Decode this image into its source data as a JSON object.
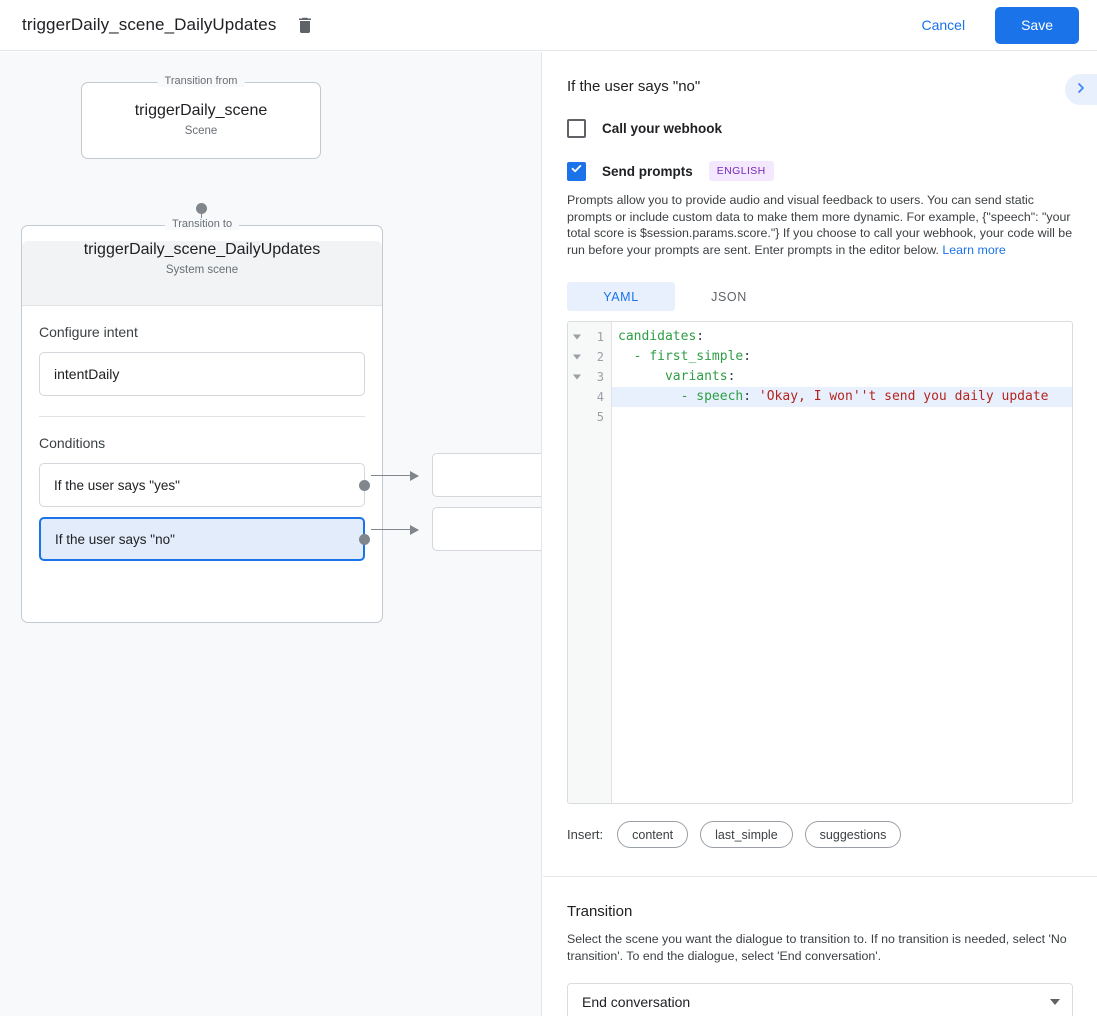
{
  "topbar": {
    "title": "triggerDaily_scene_DailyUpdates",
    "delete_icon": "trash-icon",
    "cancel_label": "Cancel",
    "save_label": "Save",
    "save_color": "#1a73e8"
  },
  "graph": {
    "from": {
      "legend": "Transition from",
      "title": "triggerDaily_scene",
      "subtitle": "Scene"
    },
    "to": {
      "legend": "Transition to",
      "title": "triggerDaily_scene_DailyUpdates",
      "subtitle": "System scene",
      "intent_section_label": "Configure intent",
      "intent_value": "intentDaily",
      "conditions_label": "Conditions",
      "conditions": [
        {
          "label": "If the user says \"yes\"",
          "selected": false
        },
        {
          "label": "If the user says \"no\"",
          "selected": true
        }
      ]
    }
  },
  "panel": {
    "title": "If the user says \"no\"",
    "expand_icon": "chevron-right-icon",
    "webhook": {
      "label": "Call your webhook",
      "checked": false
    },
    "prompts": {
      "label": "Send prompts",
      "checked": true,
      "badge": "ENGLISH",
      "badge_color": "#7627bb",
      "help": "Prompts allow you to provide audio and visual feedback to users. You can send static prompts or include custom data to make them more dynamic. For example, {\"speech\": \"your total score is $session.params.score.\"} If you choose to call your webhook, your code will be run before your prompts are sent. Enter prompts in the editor below.",
      "help_link": "Learn more"
    },
    "editor": {
      "tabs": [
        {
          "label": "YAML",
          "active": true
        },
        {
          "label": "JSON",
          "active": false
        }
      ],
      "lines": [
        {
          "number": "1",
          "foldable": true,
          "highlighted": false,
          "indent": "",
          "key": "candidates",
          "dash": false,
          "value": ""
        },
        {
          "number": "2",
          "foldable": true,
          "highlighted": false,
          "indent": "  ",
          "key": "first_simple",
          "dash": true,
          "value": ""
        },
        {
          "number": "3",
          "foldable": true,
          "highlighted": false,
          "indent": "      ",
          "key": "variants",
          "dash": false,
          "value": ""
        },
        {
          "number": "4",
          "foldable": false,
          "highlighted": true,
          "indent": "        ",
          "key": "speech",
          "dash": true,
          "value": "'Okay, I won''t send you daily update"
        },
        {
          "number": "5",
          "foldable": false,
          "highlighted": false,
          "indent": "",
          "key": "",
          "dash": false,
          "value": ""
        }
      ],
      "insert_label": "Insert:",
      "insert_chips": [
        "content",
        "last_simple",
        "suggestions"
      ]
    },
    "transition": {
      "title": "Transition",
      "description": "Select the scene you want the dialogue to transition to. If no transition is needed, select 'No transition'. To end the dialogue, select 'End conversation'.",
      "selected": "End conversation",
      "caret_icon": "caret-down-icon"
    }
  }
}
